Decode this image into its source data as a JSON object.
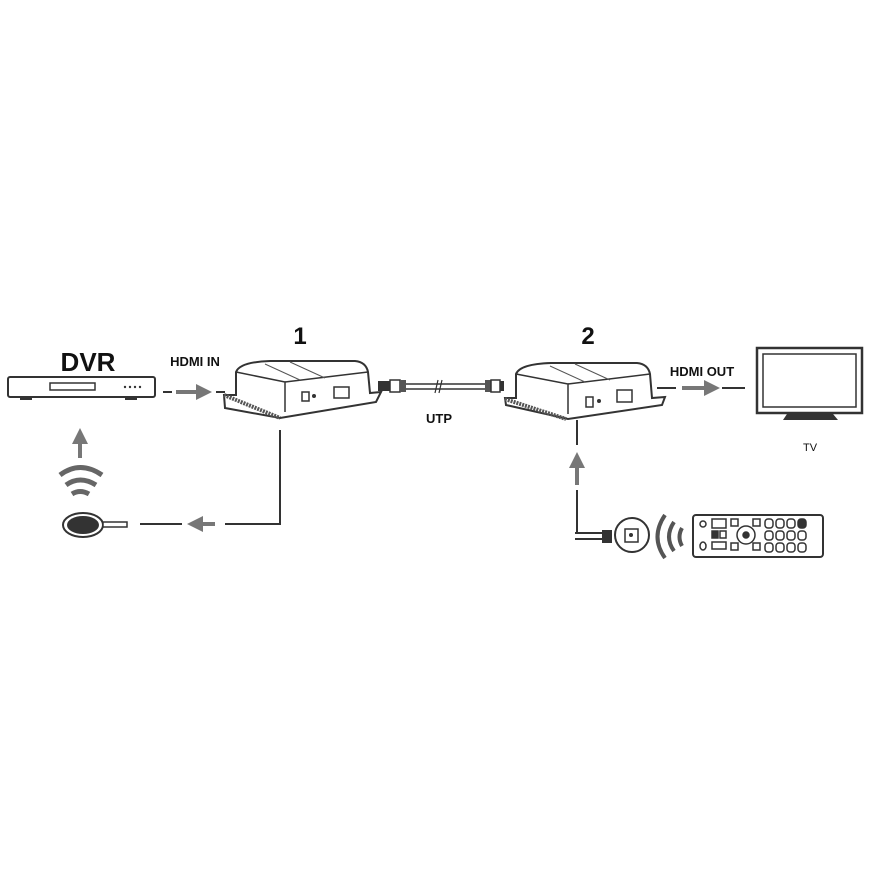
{
  "labels": {
    "dvr": "DVR",
    "hdmi_in": "HDMI IN",
    "unit1": "1",
    "utp": "UTP",
    "unit2": "2",
    "hdmi_out": "HDMI OUT",
    "tv": "TV"
  },
  "colors": {
    "line": "#333333",
    "arrow": "#777777",
    "device_fill": "#ffffff",
    "dark": "#222222"
  }
}
